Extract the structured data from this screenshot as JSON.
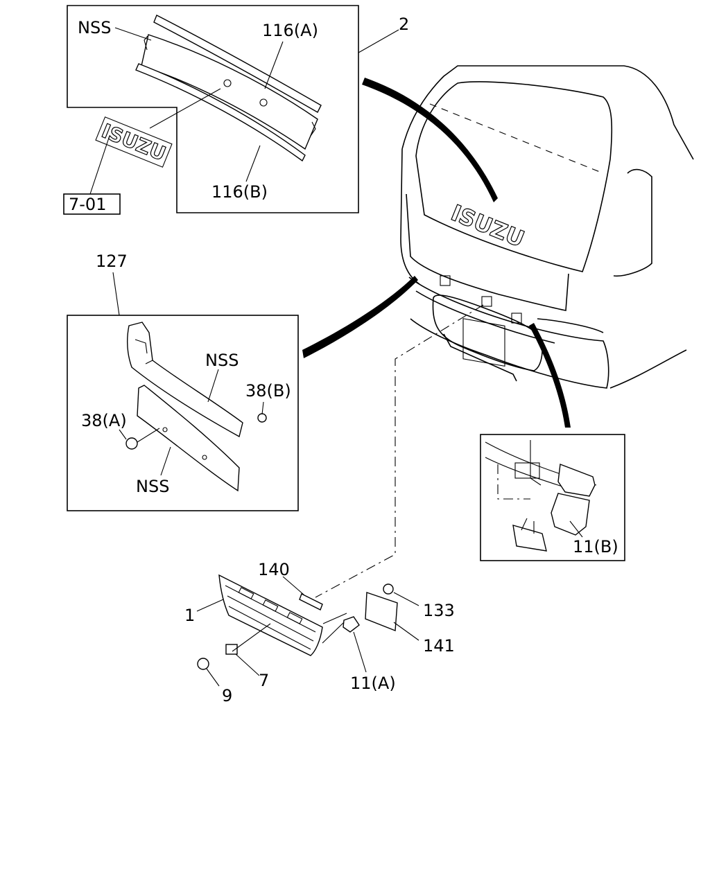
{
  "labels": {
    "nss_top": "NSS",
    "part_116a": "116(A)",
    "part_2": "2",
    "part_116b": "116(B)",
    "ref_7_01": "7-01",
    "part_127": "127",
    "nss_mid1": "NSS",
    "part_38b": "38(B)",
    "part_38a": "38(A)",
    "nss_mid2": "NSS",
    "part_11b": "11(B)",
    "part_140": "140",
    "part_1": "1",
    "part_133": "133",
    "part_141": "141",
    "part_7": "7",
    "part_9": "9",
    "part_11a": "11(A)"
  },
  "emblem": {
    "small": "ISUZU",
    "large": "ISUZU"
  }
}
